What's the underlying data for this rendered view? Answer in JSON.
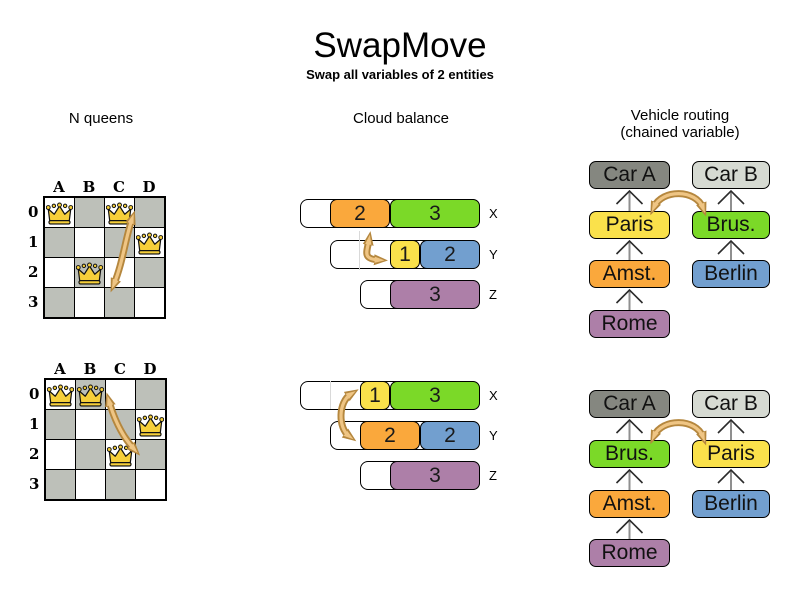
{
  "title": "SwapMove",
  "subtitle": "Swap all variables of 2 entities",
  "sections": {
    "nqueens": {
      "header": "N queens",
      "col_labels": [
        "A",
        "B",
        "C",
        "D"
      ],
      "row_labels": [
        "0",
        "1",
        "2",
        "3"
      ],
      "boards": {
        "top": {
          "queens": [
            "A0",
            "C0",
            "D1",
            "B2"
          ],
          "swapped_cells": [
            "C0",
            "B2"
          ]
        },
        "bottom": {
          "queens": [
            "A0",
            "B0",
            "D1",
            "C2"
          ],
          "swapped_cells": [
            "B0",
            "C2"
          ]
        }
      }
    },
    "cloud": {
      "header": "Cloud balance",
      "states": {
        "top": [
          {
            "label": "X",
            "capacity": 6,
            "blocks": [
              {
                "value": "2",
                "color": "orange"
              },
              {
                "value": "3",
                "color": "green"
              }
            ]
          },
          {
            "label": "Y",
            "capacity": 5,
            "blocks": [
              {
                "value": "1",
                "color": "yellow"
              },
              {
                "value": "2",
                "color": "blue"
              }
            ]
          },
          {
            "label": "Z",
            "capacity": 4,
            "blocks": [
              {
                "value": "3",
                "color": "purple"
              }
            ]
          }
        ],
        "bottom": [
          {
            "label": "X",
            "capacity": 6,
            "blocks": [
              {
                "value": "1",
                "color": "yellow"
              },
              {
                "value": "3",
                "color": "green"
              }
            ]
          },
          {
            "label": "Y",
            "capacity": 5,
            "blocks": [
              {
                "value": "2",
                "color": "orange"
              },
              {
                "value": "2",
                "color": "blue"
              }
            ]
          },
          {
            "label": "Z",
            "capacity": 4,
            "blocks": [
              {
                "value": "3",
                "color": "purple"
              }
            ]
          }
        ]
      }
    },
    "vehicle": {
      "header_line1": "Vehicle routing",
      "header_line2": "(chained variable)",
      "states": {
        "top": {
          "left": [
            {
              "label": "Car A",
              "color": "darkgray"
            },
            {
              "label": "Paris",
              "color": "yellow"
            },
            {
              "label": "Amst.",
              "color": "orange"
            },
            {
              "label": "Rome",
              "color": "purple"
            }
          ],
          "right": [
            {
              "label": "Car B",
              "color": "lightgray"
            },
            {
              "label": "Brus.",
              "color": "green"
            },
            {
              "label": "Berlin",
              "color": "blue"
            }
          ]
        },
        "bottom": {
          "left": [
            {
              "label": "Car A",
              "color": "darkgray"
            },
            {
              "label": "Brus.",
              "color": "green"
            },
            {
              "label": "Amst.",
              "color": "orange"
            },
            {
              "label": "Rome",
              "color": "purple"
            }
          ],
          "right": [
            {
              "label": "Car B",
              "color": "lightgray"
            },
            {
              "label": "Paris",
              "color": "yellow"
            },
            {
              "label": "Berlin",
              "color": "blue"
            }
          ]
        }
      }
    }
  },
  "colors": {
    "orange": "#faa83c",
    "green": "#7bd928",
    "yellow": "#fae14b",
    "blue": "#729fcf",
    "purple": "#ad7fa8",
    "darkgray": "#858780",
    "lightgray": "#d6dad2",
    "board_gray": "#bdc0b9",
    "queen_gold": "#f6cf3a",
    "arrow_light": "#efc584",
    "arrow_dark": "#b5873e"
  }
}
